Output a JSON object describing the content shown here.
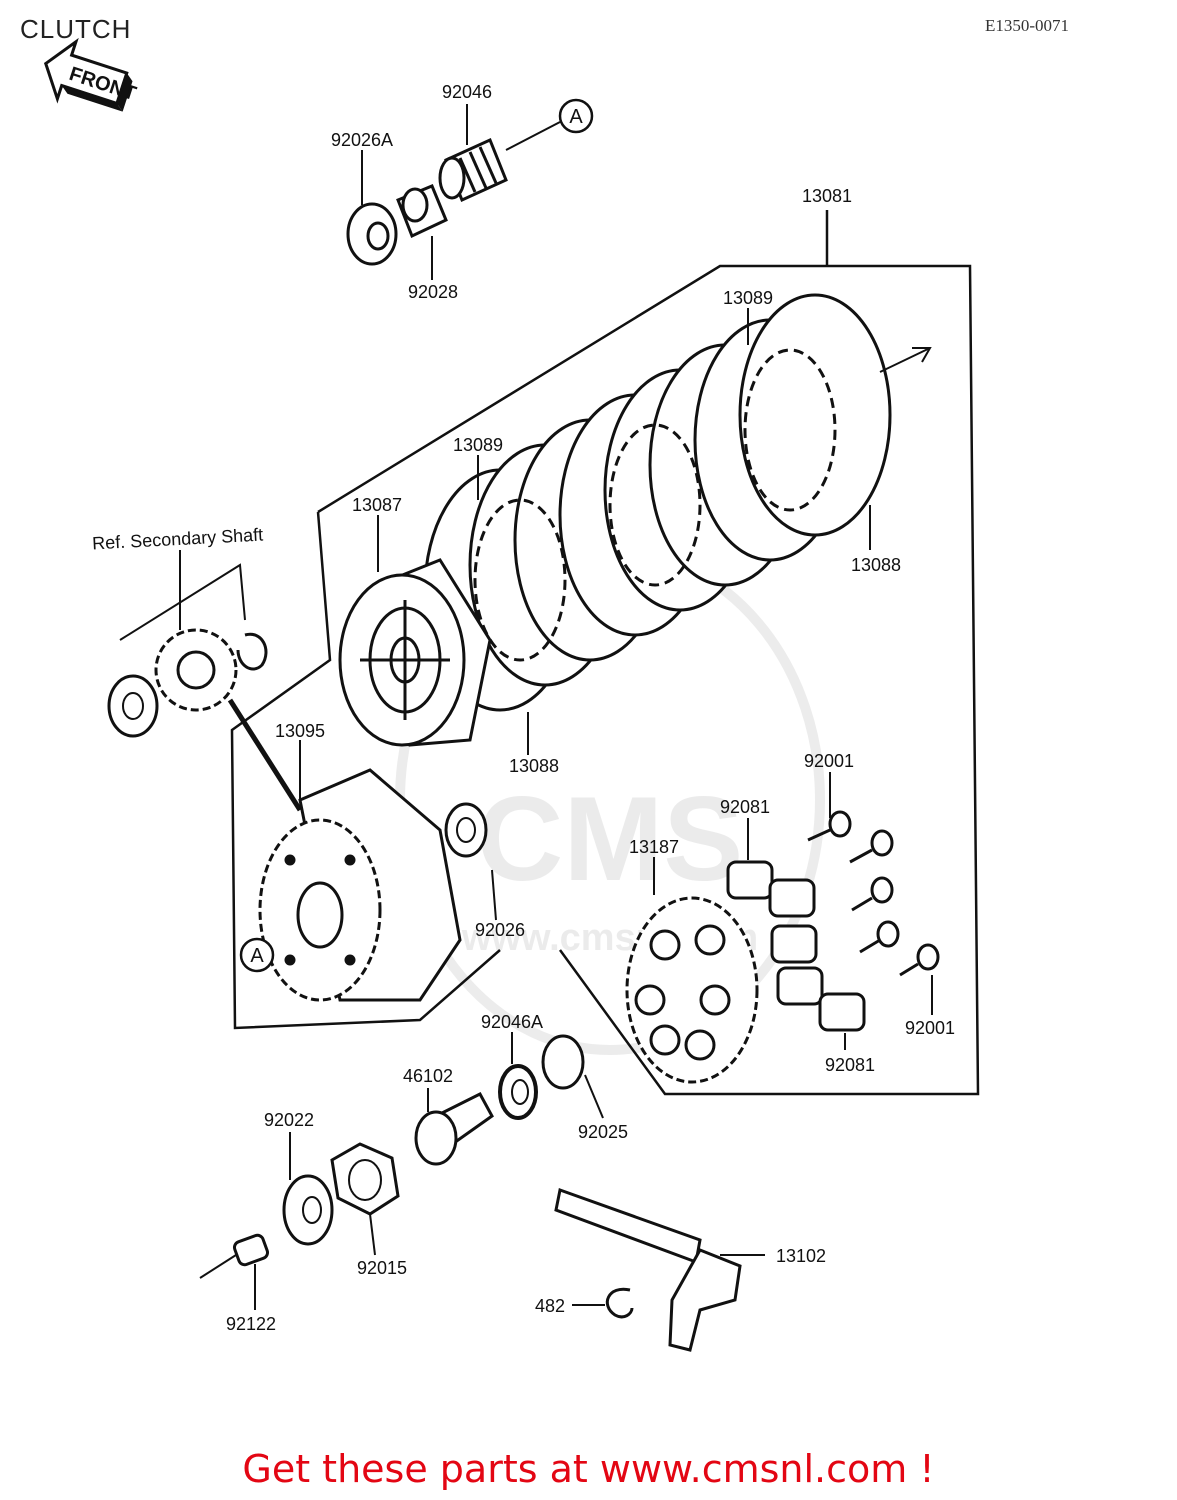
{
  "header": {
    "title": "CLUTCH",
    "diagram_code": "E1350-0071"
  },
  "front_marker": {
    "label": "FRONT"
  },
  "ref_label": "Ref. Secondary Shaft",
  "callout_letters": [
    "A",
    "A"
  ],
  "watermark": {
    "text": "CMS",
    "subtext": "www.cmsnl.com"
  },
  "footer": {
    "text": "Get these parts at www.cmsnl.com !"
  },
  "parts": [
    "92046",
    "92026A",
    "92028",
    "13081",
    "13089",
    "13089",
    "13087",
    "13088",
    "13088",
    "13095",
    "92026",
    "92001",
    "92081",
    "13187",
    "92001",
    "92081",
    "92046A",
    "46102",
    "92025",
    "92022",
    "92015",
    "92122",
    "13102",
    "482"
  ],
  "colors": {
    "line": "#111111",
    "footer": "#e30613",
    "watermark": "#d9d9d9"
  }
}
